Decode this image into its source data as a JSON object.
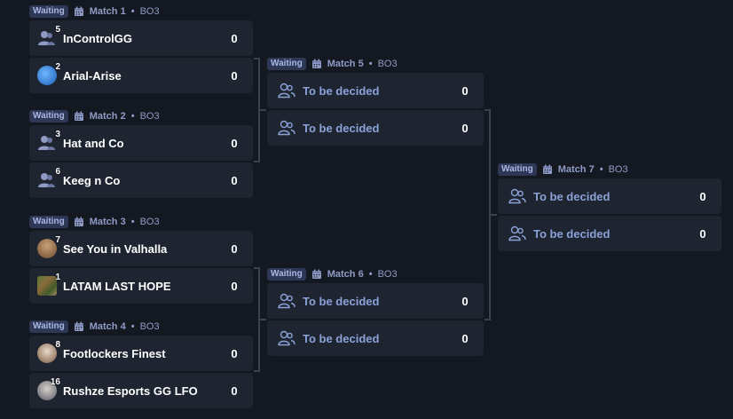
{
  "status_label": "Waiting",
  "bo_label": "BO3",
  "dot": "•",
  "tbd_label": "To be decided",
  "colors": {
    "background": "#141821",
    "row": "#1f2431",
    "badge": "#2e3856",
    "connector": "#3a4150",
    "tbd_text": "#8aa2d8"
  },
  "matches": [
    {
      "title": "Match 1",
      "teams": [
        {
          "seed": "5",
          "name": "InControlGG",
          "score": "0",
          "avatar": "person-icon"
        },
        {
          "seed": "2",
          "name": "Arial-Arise",
          "score": "0",
          "avatar": "arial-logo"
        }
      ]
    },
    {
      "title": "Match 2",
      "teams": [
        {
          "seed": "3",
          "name": "Hat and Co",
          "score": "0",
          "avatar": "person-icon"
        },
        {
          "seed": "6",
          "name": "Keeg n Co",
          "score": "0",
          "avatar": "person-icon"
        }
      ]
    },
    {
      "title": "Match 3",
      "teams": [
        {
          "seed": "7",
          "name": "See You in Valhalla",
          "score": "0",
          "avatar": "viking-avatar"
        },
        {
          "seed": "1",
          "name": "LATAM LAST HOPE",
          "score": "0",
          "avatar": "camo-avatar"
        }
      ]
    },
    {
      "title": "Match 4",
      "teams": [
        {
          "seed": "8",
          "name": "Footlockers Finest",
          "score": "0",
          "avatar": "player-avatar"
        },
        {
          "seed": "16",
          "name": "Rushze Esports GG LFO",
          "score": "0",
          "avatar": "character-avatar"
        }
      ]
    },
    {
      "title": "Match 5",
      "teams": [
        {
          "score": "0"
        },
        {
          "score": "0"
        }
      ]
    },
    {
      "title": "Match 6",
      "teams": [
        {
          "score": "0"
        },
        {
          "score": "0"
        }
      ]
    },
    {
      "title": "Match 7",
      "teams": [
        {
          "score": "0"
        },
        {
          "score": "0"
        }
      ]
    }
  ]
}
